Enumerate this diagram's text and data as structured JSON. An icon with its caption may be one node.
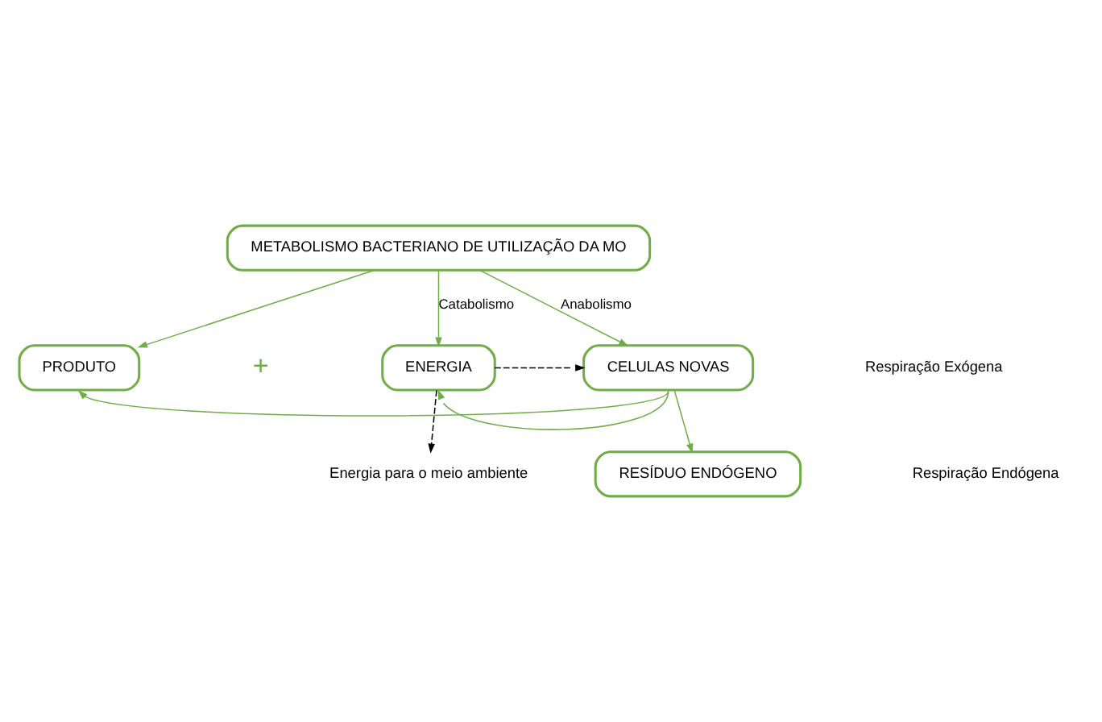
{
  "diagram": {
    "nodes": [
      {
        "text": [
          "METABOLISMO BACTERIANO DE UTILIZAÇÃO DA MO"
        ]
      },
      {
        "text": [
          "PRODUTO"
        ]
      },
      {
        "text": [
          "ENERGIA"
        ]
      },
      {
        "text": [
          "CELULAS NOVAS"
        ]
      },
      {
        "text": [
          "Energia para o meio ambiente"
        ]
      },
      {
        "text": [
          "RESÍDUO ENDÓGENO"
        ]
      }
    ],
    "edges": [
      {
        "from": 0,
        "to": 1,
        "arrow": "to"
      },
      {
        "from": 0,
        "to": 2,
        "arrow": "to",
        "label": "Catabolismo"
      },
      {
        "from": 0,
        "to": 3,
        "arrow": "to",
        "label": "Anabolismo"
      },
      {
        "from": 2,
        "to": 3,
        "arrow": "to",
        "style": "dashed",
        "color": "#000000"
      },
      {
        "from": 2,
        "to": 4,
        "arrow": "to",
        "style": "dashed",
        "color": "#000000"
      },
      {
        "from": 3,
        "to": 5,
        "arrow": "to"
      },
      {
        "from": 3,
        "to": 1,
        "arrow": "to"
      },
      {
        "from": 3,
        "to": 2,
        "arrow": "to"
      }
    ],
    "labels": [
      "+",
      "Respiração Exógena",
      "Respiração Endógena"
    ]
  }
}
